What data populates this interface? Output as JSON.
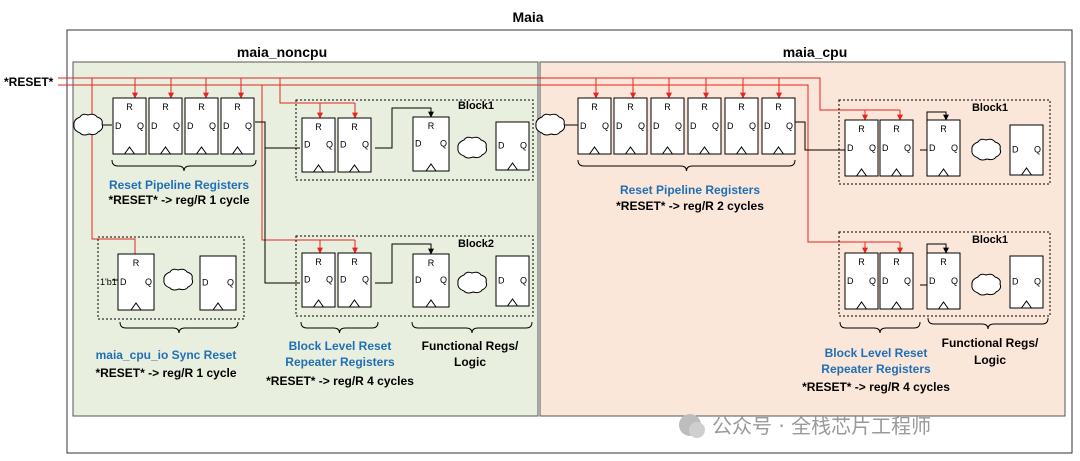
{
  "top_title": "Maia",
  "reset_signal": "*RESET*",
  "colors": {
    "noncpu_fill": "#e9efdf",
    "cpu_fill": "#fbe6da",
    "reset_line": "#e8231c",
    "label_blue": "#1f6fb5",
    "watermark": "#9a9a9a"
  },
  "noncpu": {
    "title": "maia_noncpu",
    "pipeline_label": "Reset Pipeline Registers",
    "pipeline_cycles": "*RESET* -> reg/R  1 cycle",
    "block1_title": "Block1",
    "block2_title": "Block2",
    "sync_label": "maia_cpu_io Sync Reset",
    "sync_cycles": "*RESET* -> reg/R  1 cycle",
    "sync_input": "1'b1",
    "repeater_label_1": "Block Level Reset",
    "repeater_label_2": "Repeater Registers",
    "repeater_cycles": "*RESET* -> reg/R  4 cycles",
    "functional_label_1": "Functional Regs/",
    "functional_label_2": "Logic"
  },
  "cpu": {
    "title": "maia_cpu",
    "pipeline_label": "Reset Pipeline Registers",
    "pipeline_cycles": "*RESET* -> reg/R  2 cycles",
    "block1_title": "Block1",
    "block2_title": "Block1",
    "repeater_label_1": "Block Level Reset",
    "repeater_label_2": "Repeater Registers",
    "repeater_cycles": "*RESET* -> reg/R  4 cycles",
    "functional_label_1": "Functional Regs/",
    "functional_label_2": "Logic"
  },
  "register_pins": {
    "r": "R",
    "d": "D",
    "q": "Q"
  },
  "watermark": "公众号 · 全栈芯片工程师"
}
